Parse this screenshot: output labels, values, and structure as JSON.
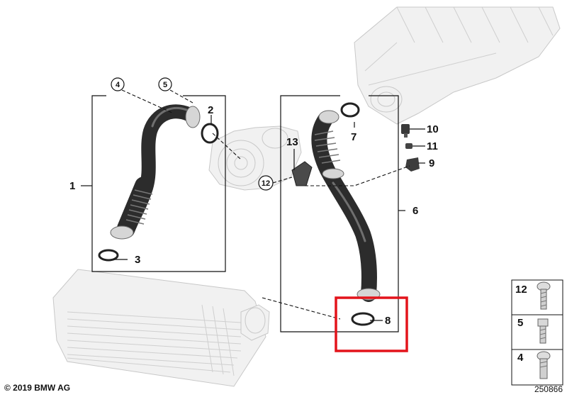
{
  "callouts": {
    "c1": "1",
    "c2": "2",
    "c3": "3",
    "c4": "4",
    "c5": "5",
    "c6": "6",
    "c7": "7",
    "c8": "8",
    "c9": "9",
    "c10": "10",
    "c11": "11",
    "c12": "12",
    "c13": "13"
  },
  "legend_box": {
    "items": [
      {
        "label": "12",
        "icon": "screw-icon"
      },
      {
        "label": "5",
        "icon": "bolt-icon"
      },
      {
        "label": "4",
        "icon": "stud-bolt-icon"
      }
    ]
  },
  "footer": {
    "copyright": "© 2019 BMW AG",
    "diagram_number": "250866"
  },
  "colors": {
    "highlight": "#e3141b",
    "ghost_fill": "#f1f1f1",
    "hose": "#2c2c2c"
  }
}
